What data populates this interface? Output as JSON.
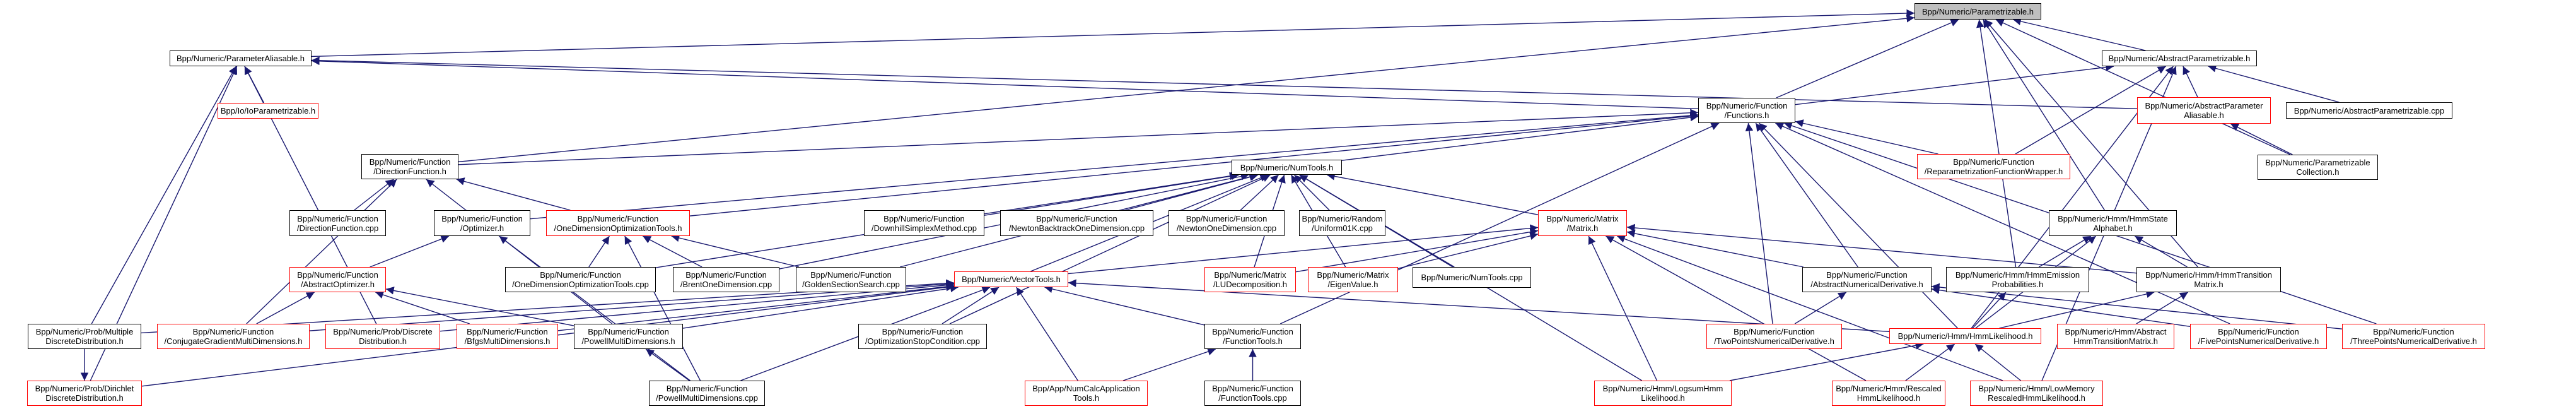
{
  "graph": {
    "title": "Bpp/Numeric/Parametrizable.h include dependency graph",
    "edge_color": "#191970",
    "root_fill": "#bfbfbf",
    "incomplete_border_color": "#ff0000",
    "nodes": [
      {
        "id": "parametrizable_h",
        "label": "Bpp/Numeric/Parametrizable.h",
        "kind": "root"
      },
      {
        "id": "parameter_aliasable_h",
        "label": "Bpp/Numeric/ParameterAliasable.h",
        "kind": "normal"
      },
      {
        "id": "abstract_parametrizable_h",
        "label": "Bpp/Numeric/AbstractParametrizable.h",
        "kind": "normal"
      },
      {
        "id": "io_parametrizable_h",
        "label": "Bpp/Io/IoParametrizable.h",
        "kind": "red"
      },
      {
        "id": "functions_h",
        "label": "Bpp/Numeric/Function\n/Functions.h",
        "kind": "normal"
      },
      {
        "id": "abstract_parameter_aliasable_h",
        "label": "Bpp/Numeric/AbstractParameter\nAliasable.h",
        "kind": "red"
      },
      {
        "id": "abstract_parametrizable_cpp",
        "label": "Bpp/Numeric/AbstractParametrizable.cpp",
        "kind": "normal"
      },
      {
        "id": "direction_function_h",
        "label": "Bpp/Numeric/Function\n/DirectionFunction.h",
        "kind": "normal"
      },
      {
        "id": "numtools_h",
        "label": "Bpp/Numeric/NumTools.h",
        "kind": "normal"
      },
      {
        "id": "reparametrization_wrapper_h",
        "label": "Bpp/Numeric/Function\n/ReparametrizationFunctionWrapper.h",
        "kind": "red"
      },
      {
        "id": "parametrizable_collection_h",
        "label": "Bpp/Numeric/Parametrizable\nCollection.h",
        "kind": "normal"
      },
      {
        "id": "direction_function_cpp",
        "label": "Bpp/Numeric/Function\n/DirectionFunction.cpp",
        "kind": "normal"
      },
      {
        "id": "optimizer_h",
        "label": "Bpp/Numeric/Function\n/Optimizer.h",
        "kind": "normal"
      },
      {
        "id": "one_dim_opt_tools_h",
        "label": "Bpp/Numeric/Function\n/OneDimensionOptimizationTools.h",
        "kind": "red"
      },
      {
        "id": "downhill_simplex_cpp",
        "label": "Bpp/Numeric/Function\n/DownhillSimplexMethod.cpp",
        "kind": "normal"
      },
      {
        "id": "newton_backtrack_cpp",
        "label": "Bpp/Numeric/Function\n/NewtonBacktrackOneDimension.cpp",
        "kind": "normal"
      },
      {
        "id": "newton_one_dim_cpp",
        "label": "Bpp/Numeric/Function\n/NewtonOneDimension.cpp",
        "kind": "normal"
      },
      {
        "id": "uniform01k_cpp",
        "label": "Bpp/Numeric/Random\n/Uniform01K.cpp",
        "kind": "normal"
      },
      {
        "id": "matrix_h",
        "label": "Bpp/Numeric/Matrix\n/Matrix.h",
        "kind": "red"
      },
      {
        "id": "hmm_state_alphabet_h",
        "label": "Bpp/Numeric/Hmm/HmmState\nAlphabet.h",
        "kind": "normal"
      },
      {
        "id": "abstract_optimizer_h",
        "label": "Bpp/Numeric/Function\n/AbstractOptimizer.h",
        "kind": "red"
      },
      {
        "id": "one_dim_opt_tools_cpp",
        "label": "Bpp/Numeric/Function\n/OneDimensionOptimizationTools.cpp",
        "kind": "normal"
      },
      {
        "id": "brent_one_dim_cpp",
        "label": "Bpp/Numeric/Function\n/BrentOneDimension.cpp",
        "kind": "normal"
      },
      {
        "id": "golden_section_cpp",
        "label": "Bpp/Numeric/Function\n/GoldenSectionSearch.cpp",
        "kind": "normal"
      },
      {
        "id": "vector_tools_h",
        "label": "Bpp/Numeric/VectorTools.h",
        "kind": "red"
      },
      {
        "id": "lu_decomposition_h",
        "label": "Bpp/Numeric/Matrix\n/LUDecomposition.h",
        "kind": "red"
      },
      {
        "id": "eigen_value_h",
        "label": "Bpp/Numeric/Matrix\n/EigenValue.h",
        "kind": "red"
      },
      {
        "id": "numtools_cpp",
        "label": "Bpp/Numeric/NumTools.cpp",
        "kind": "normal"
      },
      {
        "id": "abstract_numerical_derivative_h",
        "label": "Bpp/Numeric/Function\n/AbstractNumericalDerivative.h",
        "kind": "normal"
      },
      {
        "id": "hmm_emission_probabilities_h",
        "label": "Bpp/Numeric/Hmm/HmmEmission\nProbabilities.h",
        "kind": "normal"
      },
      {
        "id": "hmm_transition_matrix_h",
        "label": "Bpp/Numeric/Hmm/HmmTransition\nMatrix.h",
        "kind": "normal"
      },
      {
        "id": "multiple_discrete_distribution_h",
        "label": "Bpp/Numeric/Prob/Multiple\nDiscreteDistribution.h",
        "kind": "normal"
      },
      {
        "id": "conjugate_gradient_h",
        "label": "Bpp/Numeric/Function\n/ConjugateGradientMultiDimensions.h",
        "kind": "red"
      },
      {
        "id": "discrete_distribution_h",
        "label": "Bpp/Numeric/Prob/Discrete\nDistribution.h",
        "kind": "red"
      },
      {
        "id": "bfgs_h",
        "label": "Bpp/Numeric/Function\n/BfgsMultiDimensions.h",
        "kind": "red"
      },
      {
        "id": "powell_h",
        "label": "Bpp/Numeric/Function\n/PowellMultiDimensions.h",
        "kind": "normal"
      },
      {
        "id": "optimization_stop_condition_cpp",
        "label": "Bpp/Numeric/Function\n/OptimizationStopCondition.cpp",
        "kind": "normal"
      },
      {
        "id": "function_tools_h",
        "label": "Bpp/Numeric/Function\n/FunctionTools.h",
        "kind": "normal"
      },
      {
        "id": "two_points_derivative_h",
        "label": "Bpp/Numeric/Function\n/TwoPointsNumericalDerivative.h",
        "kind": "red"
      },
      {
        "id": "hmm_likelihood_h",
        "label": "Bpp/Numeric/Hmm/HmmLikelihood.h",
        "kind": "red"
      },
      {
        "id": "abstract_hmm_transition_matrix_h",
        "label": "Bpp/Numeric/Hmm/Abstract\nHmmTransitionMatrix.h",
        "kind": "red"
      },
      {
        "id": "five_points_derivative_h",
        "label": "Bpp/Numeric/Function\n/FivePointsNumericalDerivative.h",
        "kind": "red"
      },
      {
        "id": "three_points_derivative_h",
        "label": "Bpp/Numeric/Function\n/ThreePointsNumericalDerivative.h",
        "kind": "red"
      },
      {
        "id": "dirichlet_discrete_distribution_h",
        "label": "Bpp/Numeric/Prob/Dirichlet\nDiscreteDistribution.h",
        "kind": "red"
      },
      {
        "id": "powell_cpp",
        "label": "Bpp/Numeric/Function\n/PowellMultiDimensions.cpp",
        "kind": "normal"
      },
      {
        "id": "num_calc_app_tools_h",
        "label": "Bpp/App/NumCalcApplication\nTools.h",
        "kind": "red"
      },
      {
        "id": "function_tools_cpp",
        "label": "Bpp/Numeric/Function\n/FunctionTools.cpp",
        "kind": "normal"
      },
      {
        "id": "logsum_hmm_likelihood_h",
        "label": "Bpp/Numeric/Hmm/LogsumHmm\nLikelihood.h",
        "kind": "red"
      },
      {
        "id": "rescaled_hmm_likelihood_h",
        "label": "Bpp/Numeric/Hmm/Rescaled\nHmmLikelihood.h",
        "kind": "red"
      },
      {
        "id": "low_memory_rescaled_hmm_likelihood_h",
        "label": "Bpp/Numeric/Hmm/LowMemory\nRescaledHmmLikelihood.h",
        "kind": "red"
      }
    ],
    "edges": [
      [
        "parameter_aliasable_h",
        "parametrizable_h"
      ],
      [
        "abstract_parametrizable_h",
        "parametrizable_h"
      ],
      [
        "functions_h",
        "parametrizable_h"
      ],
      [
        "parametrizable_collection_h",
        "parametrizable_h"
      ],
      [
        "hmm_state_alphabet_h",
        "parametrizable_h"
      ],
      [
        "hmm_transition_matrix_h",
        "parametrizable_h"
      ],
      [
        "hmm_emission_probabilities_h",
        "parametrizable_h"
      ],
      [
        "direction_function_h",
        "parametrizable_h"
      ],
      [
        "io_parametrizable_h",
        "parameter_aliasable_h"
      ],
      [
        "abstract_parameter_aliasable_h",
        "parameter_aliasable_h"
      ],
      [
        "functions_h",
        "parameter_aliasable_h"
      ],
      [
        "multiple_discrete_distribution_h",
        "parameter_aliasable_h"
      ],
      [
        "discrete_distribution_h",
        "parameter_aliasable_h"
      ],
      [
        "dirichlet_discrete_distribution_h",
        "parameter_aliasable_h"
      ],
      [
        "functions_h",
        "abstract_parametrizable_h"
      ],
      [
        "abstract_parameter_aliasable_h",
        "abstract_parametrizable_h"
      ],
      [
        "abstract_parametrizable_cpp",
        "abstract_parametrizable_h"
      ],
      [
        "reparametrization_wrapper_h",
        "abstract_parametrizable_h"
      ],
      [
        "hmm_likelihood_h",
        "abstract_parametrizable_h"
      ],
      [
        "low_memory_rescaled_hmm_likelihood_h",
        "abstract_parametrizable_h"
      ],
      [
        "parametrizable_collection_h",
        "abstract_parameter_aliasable_h"
      ],
      [
        "direction_function_h",
        "functions_h"
      ],
      [
        "optimizer_h",
        "functions_h"
      ],
      [
        "one_dim_opt_tools_h",
        "functions_h"
      ],
      [
        "reparametrization_wrapper_h",
        "functions_h"
      ],
      [
        "function_tools_h",
        "functions_h"
      ],
      [
        "abstract_numerical_derivative_h",
        "functions_h"
      ],
      [
        "hmm_likelihood_h",
        "functions_h"
      ],
      [
        "two_points_derivative_h",
        "functions_h"
      ],
      [
        "five_points_derivative_h",
        "functions_h"
      ],
      [
        "three_points_derivative_h",
        "functions_h"
      ],
      [
        "numtools_h",
        "functions_h"
      ],
      [
        "direction_function_cpp",
        "direction_function_h"
      ],
      [
        "one_dim_opt_tools_h",
        "direction_function_h"
      ],
      [
        "conjugate_gradient_h",
        "direction_function_h"
      ],
      [
        "powell_h",
        "direction_function_h"
      ],
      [
        "abstract_optimizer_h",
        "optimizer_h"
      ],
      [
        "powell_cpp",
        "optimizer_h"
      ],
      [
        "one_dim_opt_tools_cpp",
        "one_dim_opt_tools_h"
      ],
      [
        "brent_one_dim_cpp",
        "one_dim_opt_tools_h"
      ],
      [
        "golden_section_cpp",
        "one_dim_opt_tools_h"
      ],
      [
        "powell_cpp",
        "one_dim_opt_tools_h"
      ],
      [
        "conjugate_gradient_h",
        "abstract_optimizer_h"
      ],
      [
        "bfgs_h",
        "abstract_optimizer_h"
      ],
      [
        "powell_h",
        "abstract_optimizer_h"
      ],
      [
        "multiple_discrete_distribution_h",
        "vector_tools_h"
      ],
      [
        "conjugate_gradient_h",
        "vector_tools_h"
      ],
      [
        "discrete_distribution_h",
        "vector_tools_h"
      ],
      [
        "bfgs_h",
        "vector_tools_h"
      ],
      [
        "powell_h",
        "vector_tools_h"
      ],
      [
        "optimization_stop_condition_cpp",
        "vector_tools_h"
      ],
      [
        "function_tools_h",
        "vector_tools_h"
      ],
      [
        "num_calc_app_tools_h",
        "vector_tools_h"
      ],
      [
        "powell_cpp",
        "vector_tools_h"
      ],
      [
        "dirichlet_discrete_distribution_h",
        "vector_tools_h"
      ],
      [
        "hmm_likelihood_h",
        "vector_tools_h"
      ],
      [
        "function_tools_cpp",
        "function_tools_h"
      ],
      [
        "num_calc_app_tools_h",
        "function_tools_h"
      ],
      [
        "powell_cpp",
        "powell_h"
      ],
      [
        "multiple_discrete_distribution_h",
        "dirichlet_discrete_distribution_h"
      ],
      [
        "downhill_simplex_cpp",
        "numtools_h"
      ],
      [
        "newton_backtrack_cpp",
        "numtools_h"
      ],
      [
        "newton_one_dim_cpp",
        "numtools_h"
      ],
      [
        "uniform01k_cpp",
        "numtools_h"
      ],
      [
        "one_dim_opt_tools_cpp",
        "numtools_h"
      ],
      [
        "brent_one_dim_cpp",
        "numtools_h"
      ],
      [
        "golden_section_cpp",
        "numtools_h"
      ],
      [
        "vector_tools_h",
        "numtools_h"
      ],
      [
        "lu_decomposition_h",
        "numtools_h"
      ],
      [
        "eigen_value_h",
        "numtools_h"
      ],
      [
        "numtools_cpp",
        "numtools_h"
      ],
      [
        "matrix_h",
        "numtools_h"
      ],
      [
        "optimization_stop_condition_cpp",
        "numtools_h"
      ],
      [
        "logsum_hmm_likelihood_h",
        "numtools_h"
      ],
      [
        "vector_tools_h",
        "matrix_h"
      ],
      [
        "lu_decomposition_h",
        "matrix_h"
      ],
      [
        "eigen_value_h",
        "matrix_h"
      ],
      [
        "abstract_numerical_derivative_h",
        "matrix_h"
      ],
      [
        "hmm_transition_matrix_h",
        "matrix_h"
      ],
      [
        "logsum_hmm_likelihood_h",
        "matrix_h"
      ],
      [
        "rescaled_hmm_likelihood_h",
        "matrix_h"
      ],
      [
        "low_memory_rescaled_hmm_likelihood_h",
        "matrix_h"
      ],
      [
        "hmm_emission_probabilities_h",
        "hmm_state_alphabet_h"
      ],
      [
        "hmm_transition_matrix_h",
        "hmm_state_alphabet_h"
      ],
      [
        "hmm_likelihood_h",
        "hmm_state_alphabet_h"
      ],
      [
        "two_points_derivative_h",
        "abstract_numerical_derivative_h"
      ],
      [
        "five_points_derivative_h",
        "abstract_numerical_derivative_h"
      ],
      [
        "three_points_derivative_h",
        "abstract_numerical_derivative_h"
      ],
      [
        "hmm_likelihood_h",
        "hmm_emission_probabilities_h"
      ],
      [
        "hmm_likelihood_h",
        "hmm_transition_matrix_h"
      ],
      [
        "abstract_hmm_transition_matrix_h",
        "hmm_transition_matrix_h"
      ],
      [
        "logsum_hmm_likelihood_h",
        "hmm_likelihood_h"
      ],
      [
        "rescaled_hmm_likelihood_h",
        "hmm_likelihood_h"
      ],
      [
        "low_memory_rescaled_hmm_likelihood_h",
        "hmm_likelihood_h"
      ]
    ]
  }
}
